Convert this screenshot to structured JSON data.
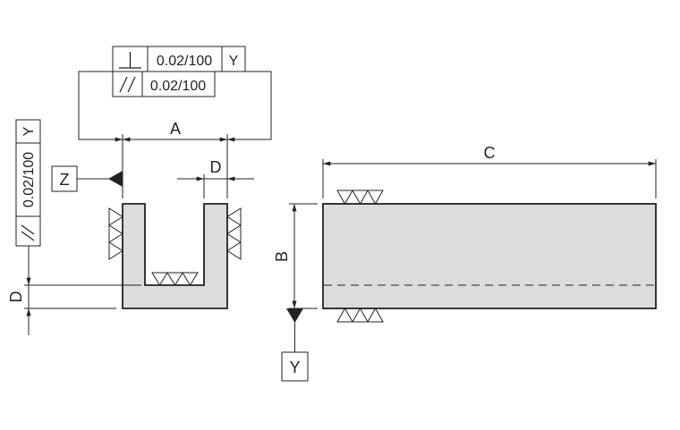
{
  "drawing": {
    "colors": {
      "part_fill": "#dcdcdd",
      "ink": "#222222",
      "background": "#ffffff"
    },
    "dimensions": {
      "A": "A",
      "B": "B",
      "C": "C",
      "D_top": "D",
      "D_left": "D"
    },
    "datums": {
      "Z": "Z",
      "Y": "Y"
    },
    "feature_control_frames": {
      "top_perpendicularity": {
        "symbol": "perpendicularity-icon",
        "tolerance": "0.02/100",
        "datum": "Y"
      },
      "top_parallelism": {
        "symbol": "parallelism-icon",
        "tolerance": "0.02/100"
      },
      "left_parallelism": {
        "symbol": "parallelism-icon",
        "tolerance": "0.02/100",
        "datum": "Y"
      }
    },
    "surface_finish_symbols": "triple-triangle-machined-surface"
  }
}
